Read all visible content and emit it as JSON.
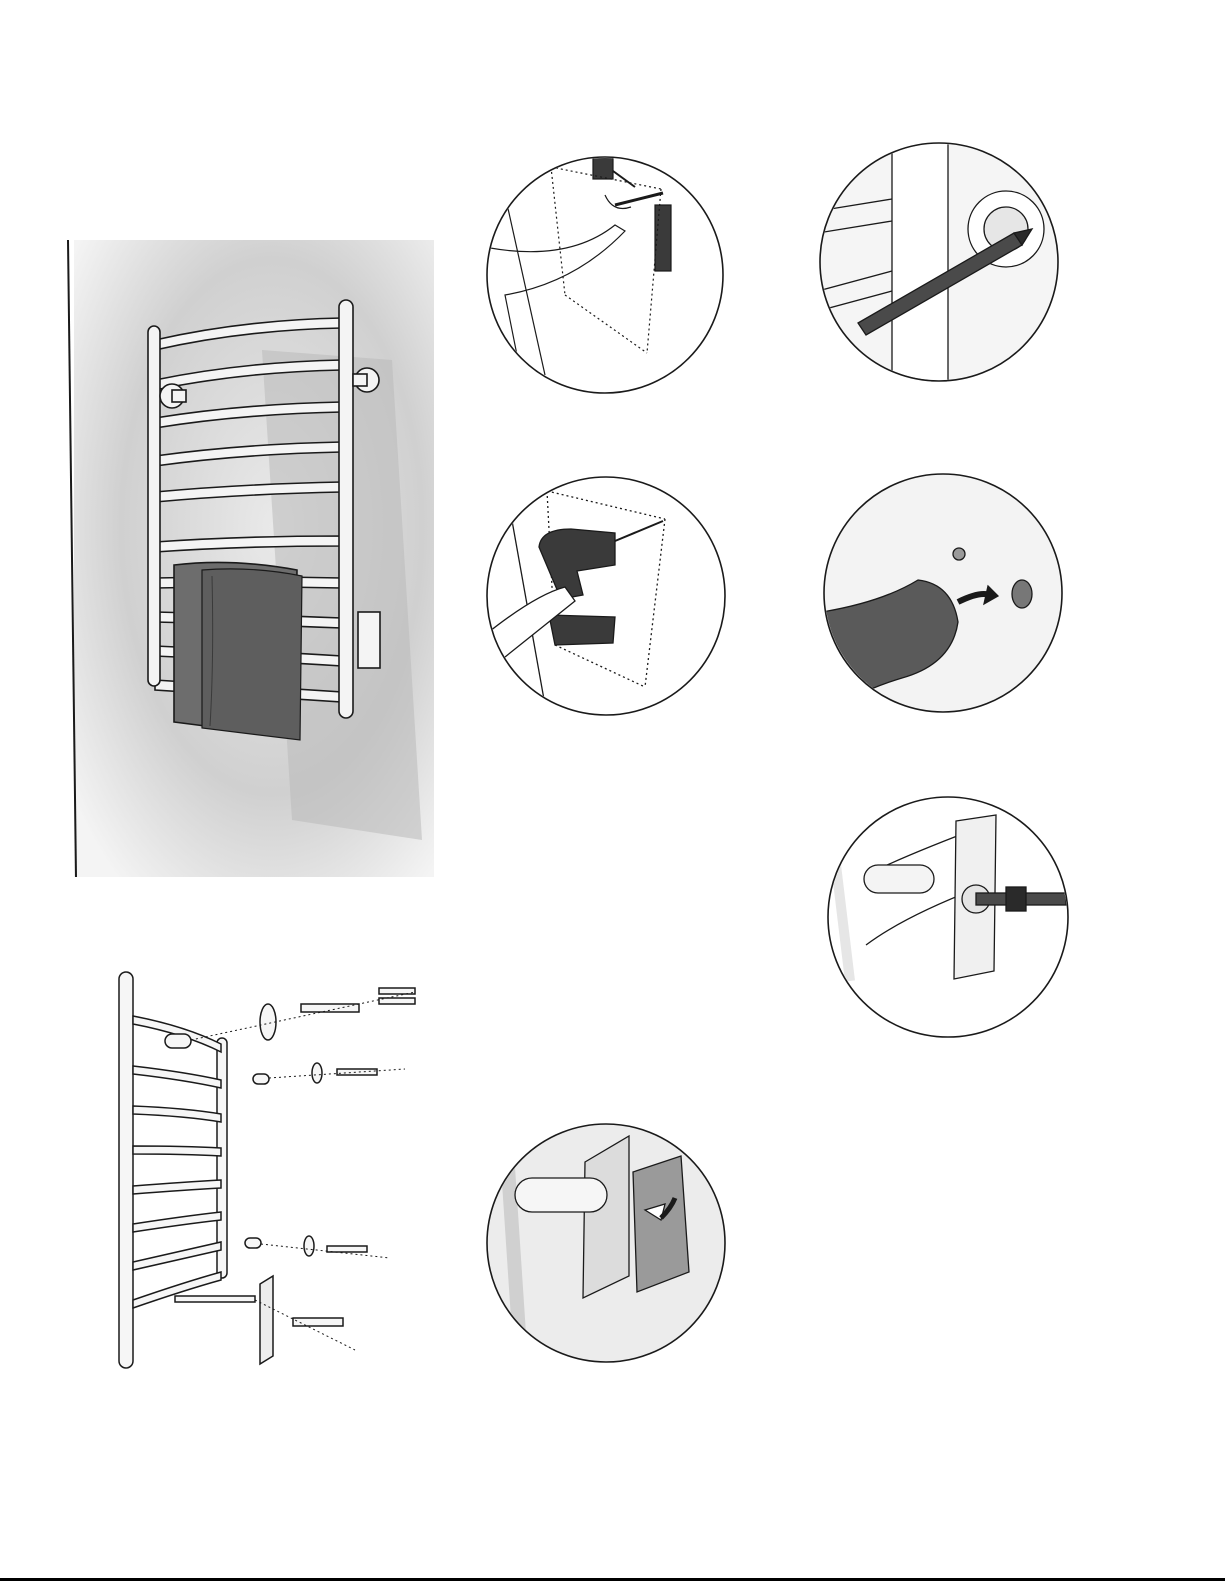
{
  "page": {
    "background": "#ffffff"
  },
  "illustrations": {
    "hero": "heated-towel-rack-with-towel",
    "exploded": "exploded-mounting-hardware",
    "steps": [
      "mark-and-level",
      "pencil-mark-through-bracket",
      "drill-holes",
      "insert-anchor",
      "tighten-bolt",
      "snap-on-cover-plate"
    ]
  },
  "colors": {
    "line": "#1a1a1a",
    "metal": "#f2f2f2",
    "towel": "#6d6d6d",
    "tool": "#3a3a3a"
  }
}
